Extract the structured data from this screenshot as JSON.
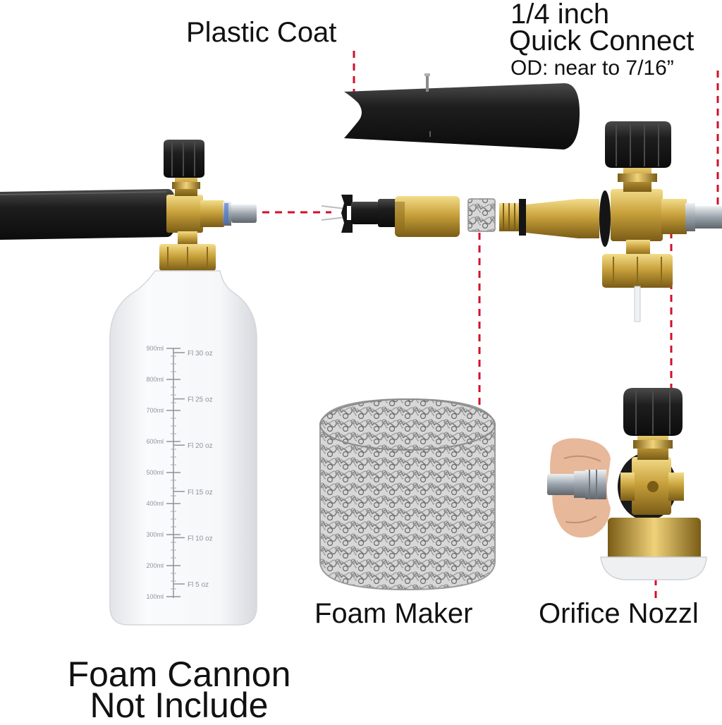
{
  "labels": {
    "plastic_coat": "Plastic Coat",
    "quick_line1": "1/4 inch",
    "quick_line2": "Quick Connect",
    "quick_line3": "OD: near to 7/16”",
    "foam_maker": "Foam Maker",
    "orifice_nozzle": "Orifice Nozzl",
    "cannon_line1": "Foam Cannon",
    "cannon_line2": "Not Include"
  },
  "bottle_scale": {
    "ml": [
      "900ml",
      "800ml",
      "700ml",
      "600ml",
      "500ml",
      "400ml",
      "300ml",
      "200ml",
      "100ml"
    ],
    "oz": [
      "Fl 30 oz",
      "Fl 25 oz",
      "Fl 20 oz",
      "Fl 15 oz",
      "Fl 10 oz",
      "Fl 5 oz"
    ]
  },
  "colors": {
    "guide_line": "#d0102a",
    "brass": "#c9a23c",
    "black_plastic": "#1c1c1c"
  }
}
